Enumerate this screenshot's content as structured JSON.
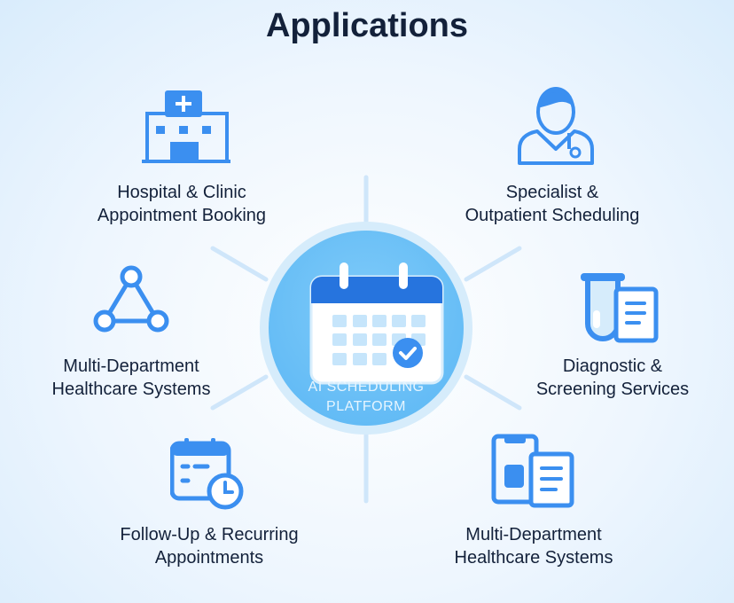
{
  "title": "Applications",
  "center": {
    "line1": "AI SCHEDULING",
    "line2": "PLATFORM",
    "icon": "calendar-check-icon"
  },
  "items": [
    {
      "line1": "Hospital & Clinic",
      "line2": "Appointment Booking",
      "icon": "hospital-icon"
    },
    {
      "line1": "Specialist &",
      "line2": "Outpatient Scheduling",
      "icon": "doctor-icon"
    },
    {
      "line1": "Multi-Department",
      "line2": "Healthcare Systems",
      "icon": "network-icon"
    },
    {
      "line1": "Diagnostic &",
      "line2": "Screening Services",
      "icon": "test-tube-report-icon"
    },
    {
      "line1": "Follow-Up & Recurring",
      "line2": "Appointments",
      "icon": "calendar-clock-icon"
    },
    {
      "line1": "Multi-Department",
      "line2": "Healthcare Systems",
      "icon": "records-icon"
    }
  ],
  "colors": {
    "primary": "#3b8ff0",
    "dark": "#1f6fd8",
    "text": "#13213a",
    "hub": "#5ab6f4"
  }
}
